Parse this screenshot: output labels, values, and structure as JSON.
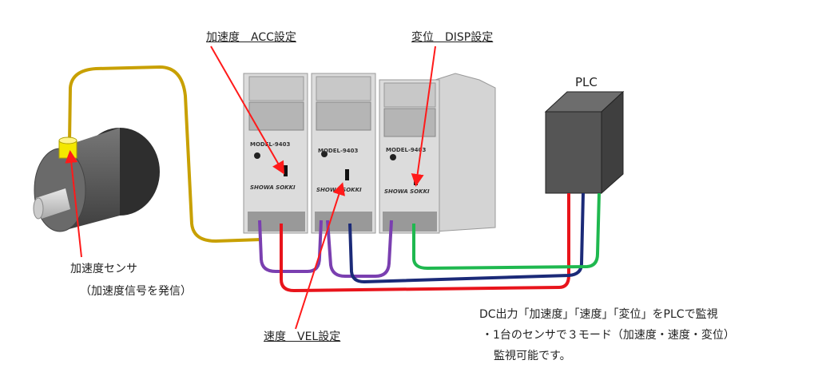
{
  "labels": {
    "acc": "加速度　ACC設定",
    "disp": "変位　DISP設定",
    "vel": "速度　VEL設定",
    "plc": "PLC",
    "sensor": "加速度センサ",
    "sensor_note": "（加速度信号を発信）"
  },
  "modules": {
    "model": "MODEL-9403",
    "brand": "SHOWA SOKKI"
  },
  "description": [
    "DC出力「加速度」「速度」「変位」をPLCで監視",
    "・1台のセンサで３モード（加速度・速度・変位）",
    "監視可能です。"
  ],
  "colors": {
    "arrow": "#ff1a1a",
    "sensor_cable": "#c8a000",
    "purple": "#7a3fb0",
    "red": "#e8141b",
    "navy": "#1b2a78",
    "green": "#1fb84f",
    "plc": "#555555",
    "motor": "#5a5a5a"
  }
}
